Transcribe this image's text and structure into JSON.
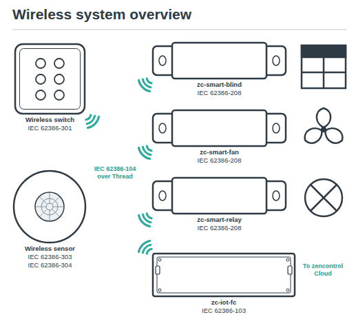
{
  "diagram": {
    "title": "Wireless system overview",
    "nodes": [
      {
        "text": [
          "Wireless switch",
          "IEC 62386-301"
        ]
      },
      {
        "text": [
          "Wireless sensor",
          "IEC 62386-303",
          "IEC 62386-304"
        ]
      },
      {
        "text": [
          "zc-smart-blind",
          "IEC 62386-208"
        ]
      },
      {
        "text": [
          "zc-smart-fan",
          "IEC 62386-208"
        ]
      },
      {
        "text": [
          "zc-smart-relay",
          "IEC 62386-208"
        ]
      },
      {
        "text": [
          "zc-iot-fc",
          "IEC 62386-103"
        ]
      }
    ],
    "labels": [
      "IEC 62386-104 over Thread",
      "To zencontrol Cloud"
    ]
  }
}
